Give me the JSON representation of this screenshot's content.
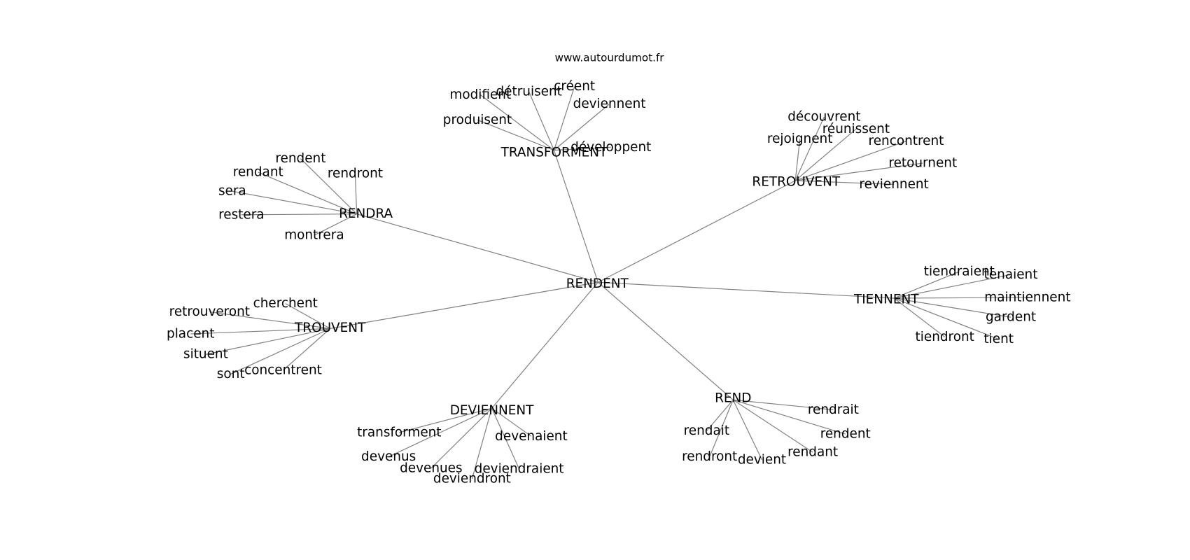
{
  "title": "www.autourdumot.fr",
  "center": "RENDENT",
  "groups": [
    {
      "id": "transforment",
      "label": "TRANSFORMENT",
      "leaves": [
        "modifient",
        "détruisent",
        "créent",
        "deviennent",
        "produisent",
        "développent"
      ]
    },
    {
      "id": "retrouvent",
      "label": "RETROUVENT",
      "leaves": [
        "découvrent",
        "réunissent",
        "rejoignent",
        "rencontrent",
        "retournent",
        "reviennent"
      ]
    },
    {
      "id": "tiennent",
      "label": "TIENNENT",
      "leaves": [
        "tiendraient",
        "tenaient",
        "maintiennent",
        "gardent",
        "tiendront",
        "tient"
      ]
    },
    {
      "id": "rend",
      "label": "REND",
      "leaves": [
        "rendrait",
        "rendent",
        "rendant",
        "devient",
        "rendront",
        "rendait"
      ]
    },
    {
      "id": "deviennent",
      "label": "DEVIENNENT",
      "leaves": [
        "transforment",
        "devenus",
        "devenues",
        "deviendront",
        "deviendraient",
        "devenaient"
      ]
    },
    {
      "id": "trouvent",
      "label": "TROUVENT",
      "leaves": [
        "cherchent",
        "retrouveront",
        "placent",
        "situent",
        "sont",
        "concentrent"
      ]
    },
    {
      "id": "rendra",
      "label": "RENDRA",
      "leaves": [
        "rendent",
        "rendant",
        "rendront",
        "sera",
        "restera",
        "montrera"
      ]
    }
  ],
  "colors": {
    "edge": "#808080",
    "text": "#000000"
  }
}
